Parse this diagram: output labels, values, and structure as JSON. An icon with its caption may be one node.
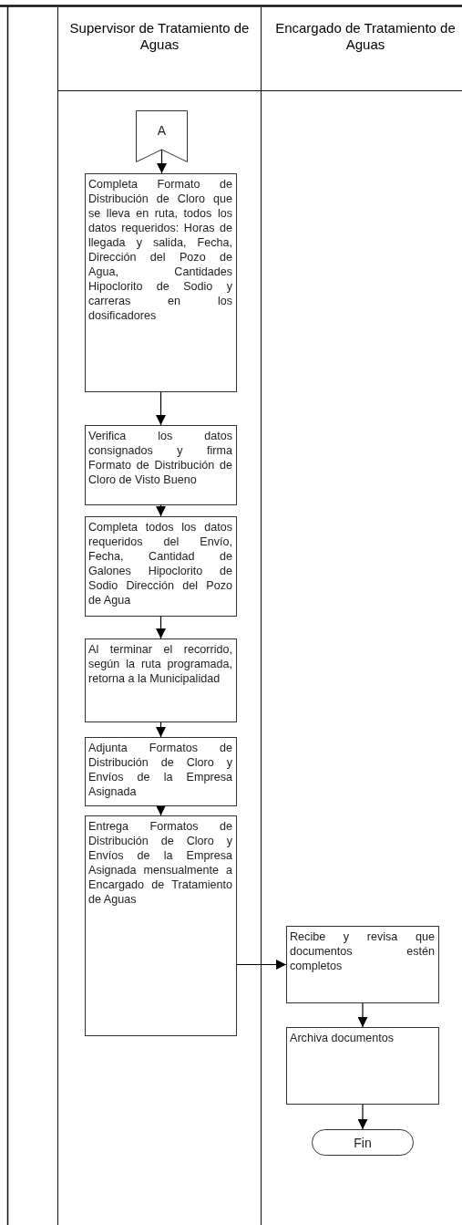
{
  "diagram": {
    "nodes": [
      {
        "text": [
          "Supervisor de Tratamiento de Aguas"
        ]
      },
      {
        "text": [
          "Encargado de Tratamiento de Aguas"
        ]
      },
      {
        "text": [
          "A"
        ],
        "in": 0
      },
      {
        "text": [
          "Completa Formato de Distribución de Cloro que se lleva en ruta, todos los datos requeridos: Horas de llegada y salida, Fecha, Dirección del Pozo de Agua, Cantidades Hipoclorito de Sodio y carreras en los dosificadores"
        ],
        "in": 0
      },
      {
        "text": [
          "Verifica los datos consignados y firma Formato de Distribución de Cloro de Visto Bueno"
        ],
        "in": 0
      },
      {
        "text": [
          "Completa todos los datos requeridos del Envío, Fecha, Cantidad de Galones Hipoclorito de Sodio Dirección del Pozo de Agua"
        ],
        "in": 0
      },
      {
        "text": [
          "Al terminar el recorrido, según la ruta programada, retorna a la Municipalidad"
        ],
        "in": 0
      },
      {
        "text": [
          "Adjunta Formatos de Distribución de Cloro y Envíos de la Empresa Asignada"
        ],
        "in": 0
      },
      {
        "text": [
          "Entrega Formatos de Distribución de Cloro y Envíos de la Empresa Asignada mensualmente a Encargado de Tratamiento de Aguas"
        ],
        "in": 0
      },
      {
        "text": [
          "Recibe  y revisa que documentos estén completos"
        ],
        "in": 1
      },
      {
        "text": [
          "Archiva documentos"
        ],
        "in": 1
      },
      {
        "text": [
          "Fin"
        ],
        "in": 1
      }
    ],
    "edges": [
      {
        "from": 2,
        "to": 3,
        "arrow": "to"
      },
      {
        "from": 3,
        "to": 4,
        "arrow": "to"
      },
      {
        "from": 4,
        "to": 5,
        "arrow": "to"
      },
      {
        "from": 5,
        "to": 6,
        "arrow": "to"
      },
      {
        "from": 6,
        "to": 7,
        "arrow": "to"
      },
      {
        "from": 7,
        "to": 8,
        "arrow": "to"
      },
      {
        "from": 8,
        "to": 9,
        "arrow": "to"
      },
      {
        "from": 9,
        "to": 10,
        "arrow": "to"
      },
      {
        "from": 10,
        "to": 11,
        "arrow": "to"
      }
    ]
  }
}
